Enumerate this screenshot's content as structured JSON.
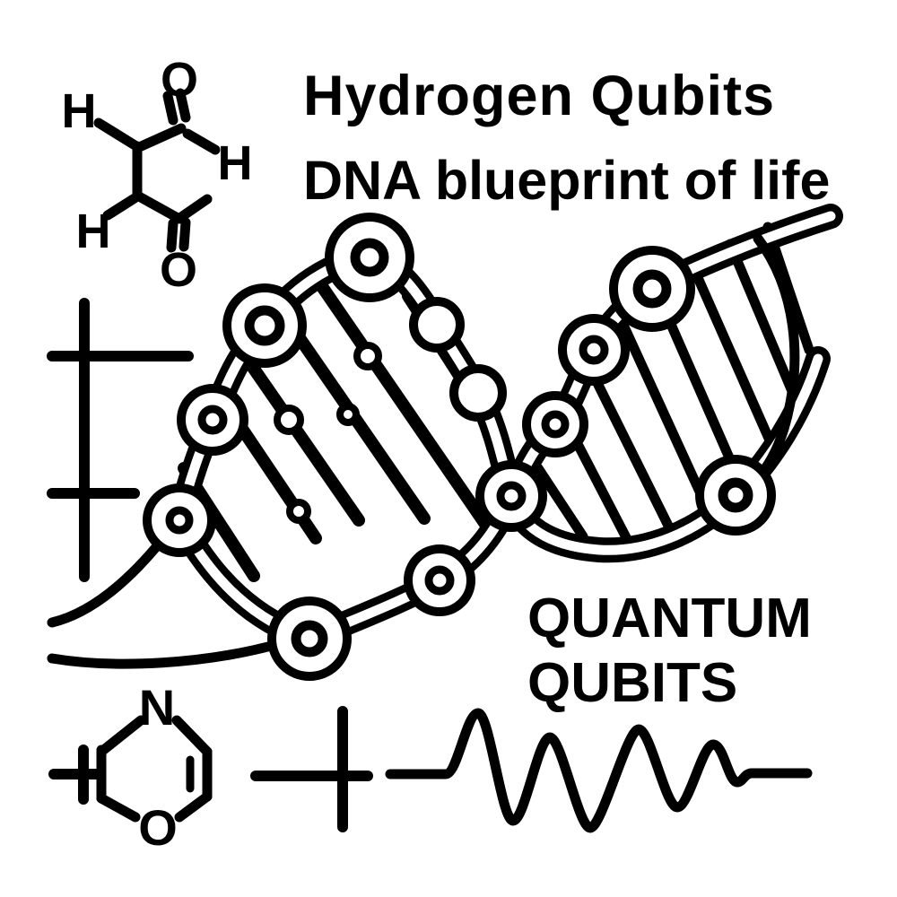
{
  "colors": {
    "ink": "#000000",
    "background": "#ffffff"
  },
  "heading": {
    "line1": "Hydrogen Qubits",
    "line2": "DNA blueprint of life"
  },
  "caption": {
    "line1": "QUANTUM",
    "line2": "QUBITS"
  },
  "molecules": {
    "aldehyde": {
      "h_left": "H",
      "h_right": "H",
      "h_bottom": "H",
      "o_top": "O",
      "o_bottom": "O"
    },
    "oxazine_ring": {
      "n_top": "N",
      "o_bottom": "O"
    }
  }
}
